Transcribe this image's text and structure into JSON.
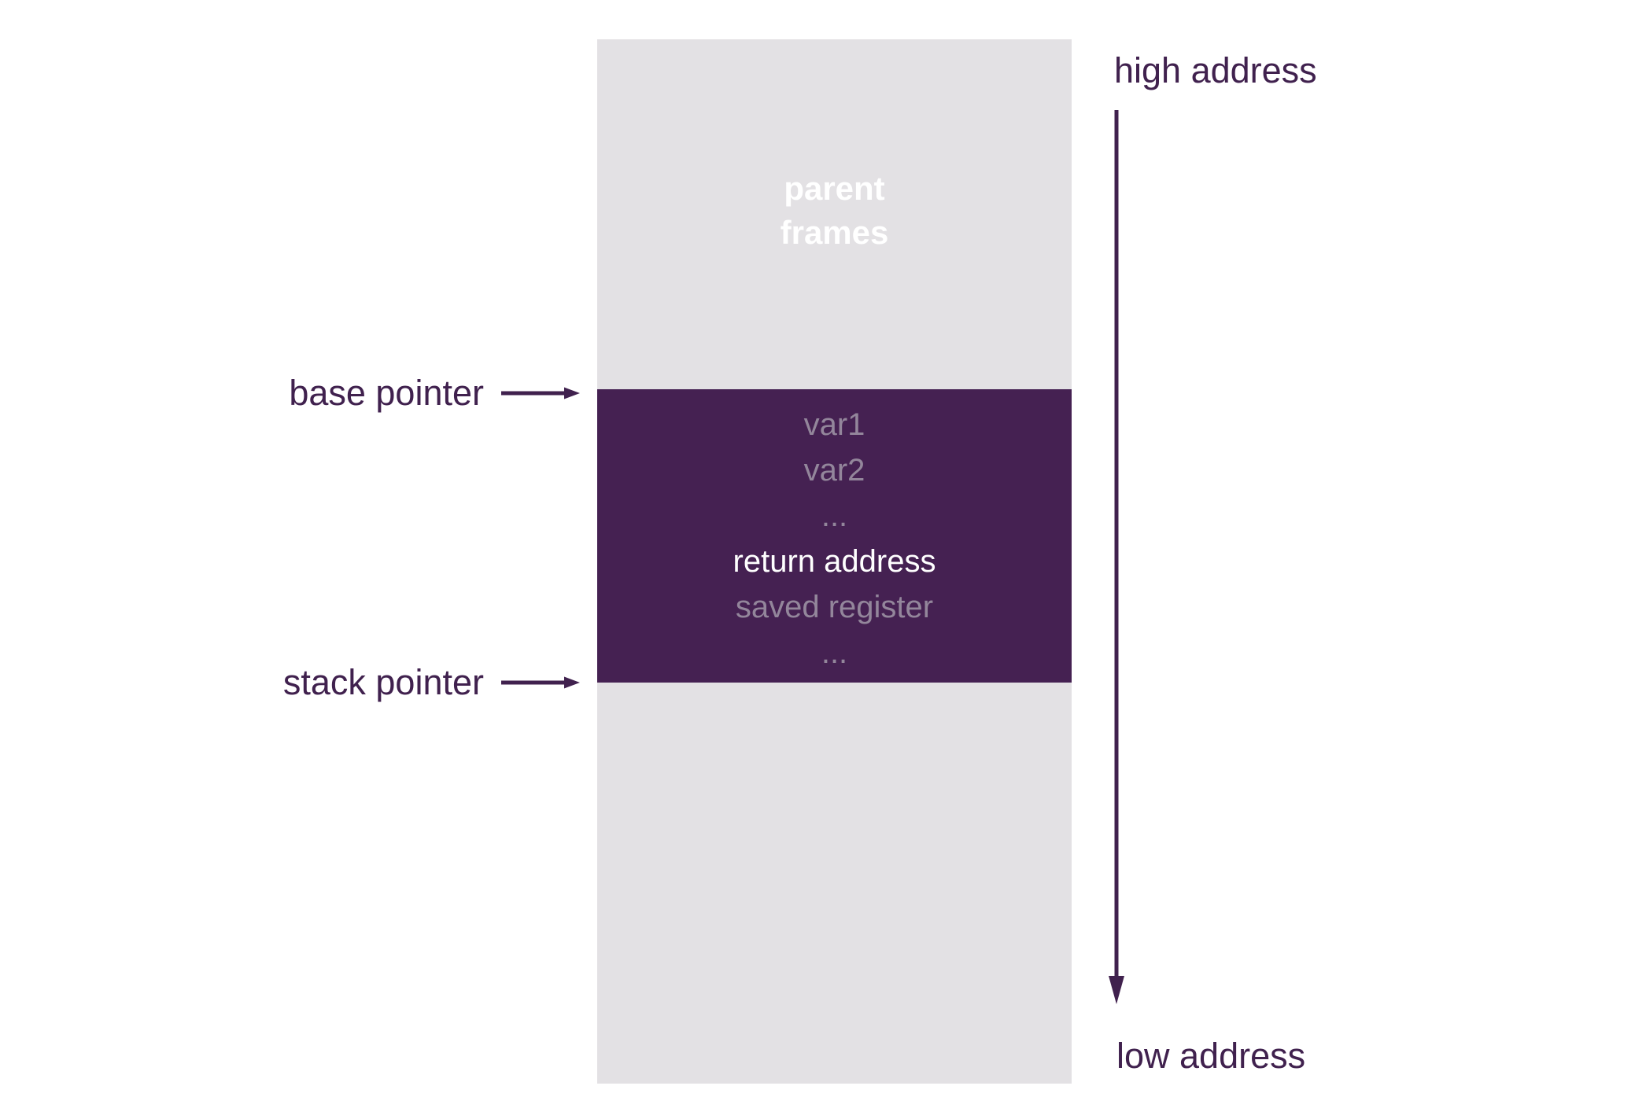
{
  "diagram": {
    "title_semantics": "stack memory layout",
    "column": {
      "parent_label_line1": "parent",
      "parent_label_line2": "frames"
    },
    "frame": {
      "lines": [
        {
          "text": "var1",
          "style": "muted"
        },
        {
          "text": "var2",
          "style": "muted"
        },
        {
          "text": "...",
          "style": "muted"
        },
        {
          "text": "return address",
          "style": "bright"
        },
        {
          "text": "saved register",
          "style": "muted"
        },
        {
          "text": "...",
          "style": "muted"
        }
      ]
    },
    "pointers": {
      "base_label": "base pointer",
      "stack_label": "stack pointer"
    },
    "addresses": {
      "high_label": "high address",
      "low_label": "low address"
    },
    "icons": {
      "right_arrow": "right-arrow-icon",
      "down_arrow": "down-arrow-icon"
    },
    "colors": {
      "column_gray": "#e3e1e4",
      "frame_purple": "#452152",
      "accent_purple": "#40214e",
      "muted_text": "#93869b",
      "bright_text": "#ffffff",
      "background": "#ffffff"
    }
  }
}
